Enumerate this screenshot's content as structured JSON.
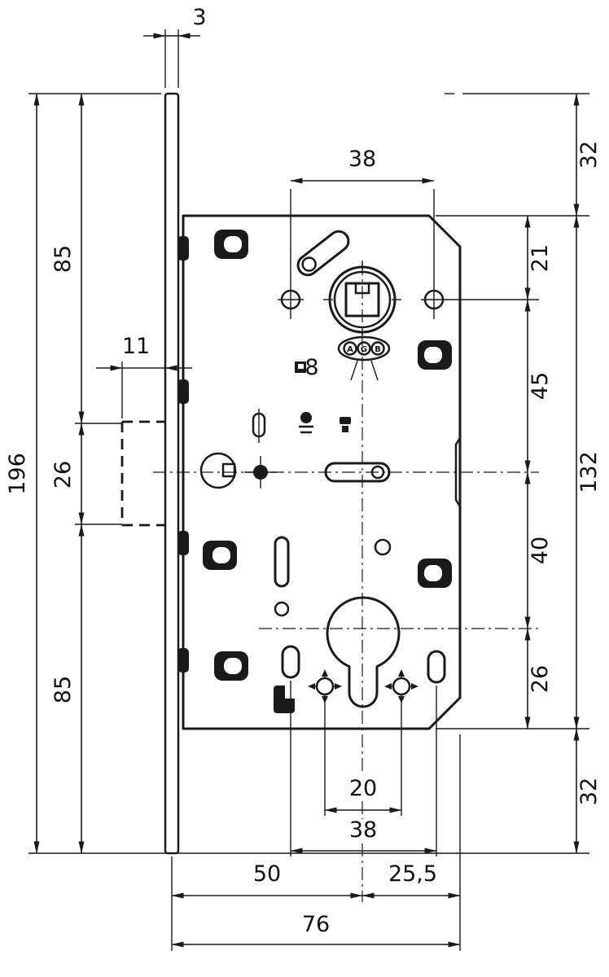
{
  "dims": {
    "plate_thickness": "3",
    "top_hole_span": "38",
    "top_margin": "32",
    "hub_offset": "21",
    "hub_to_center": "45",
    "case_height": "132",
    "center_to_cylinder": "40",
    "cylinder_to_bottom": "26",
    "bottom_margin": "32",
    "plate_length": "196",
    "plate_top_segment": "85",
    "latch_height": "26",
    "plate_bottom_segment": "85",
    "latch_offset": "11",
    "spindle_square": "8",
    "bottom_screw_span": "20",
    "bottom_hole_span": "38",
    "backset": "50",
    "center_to_edge": "25,5",
    "case_depth": "76"
  },
  "logo": {
    "letters": [
      "A",
      "G",
      "B"
    ]
  }
}
